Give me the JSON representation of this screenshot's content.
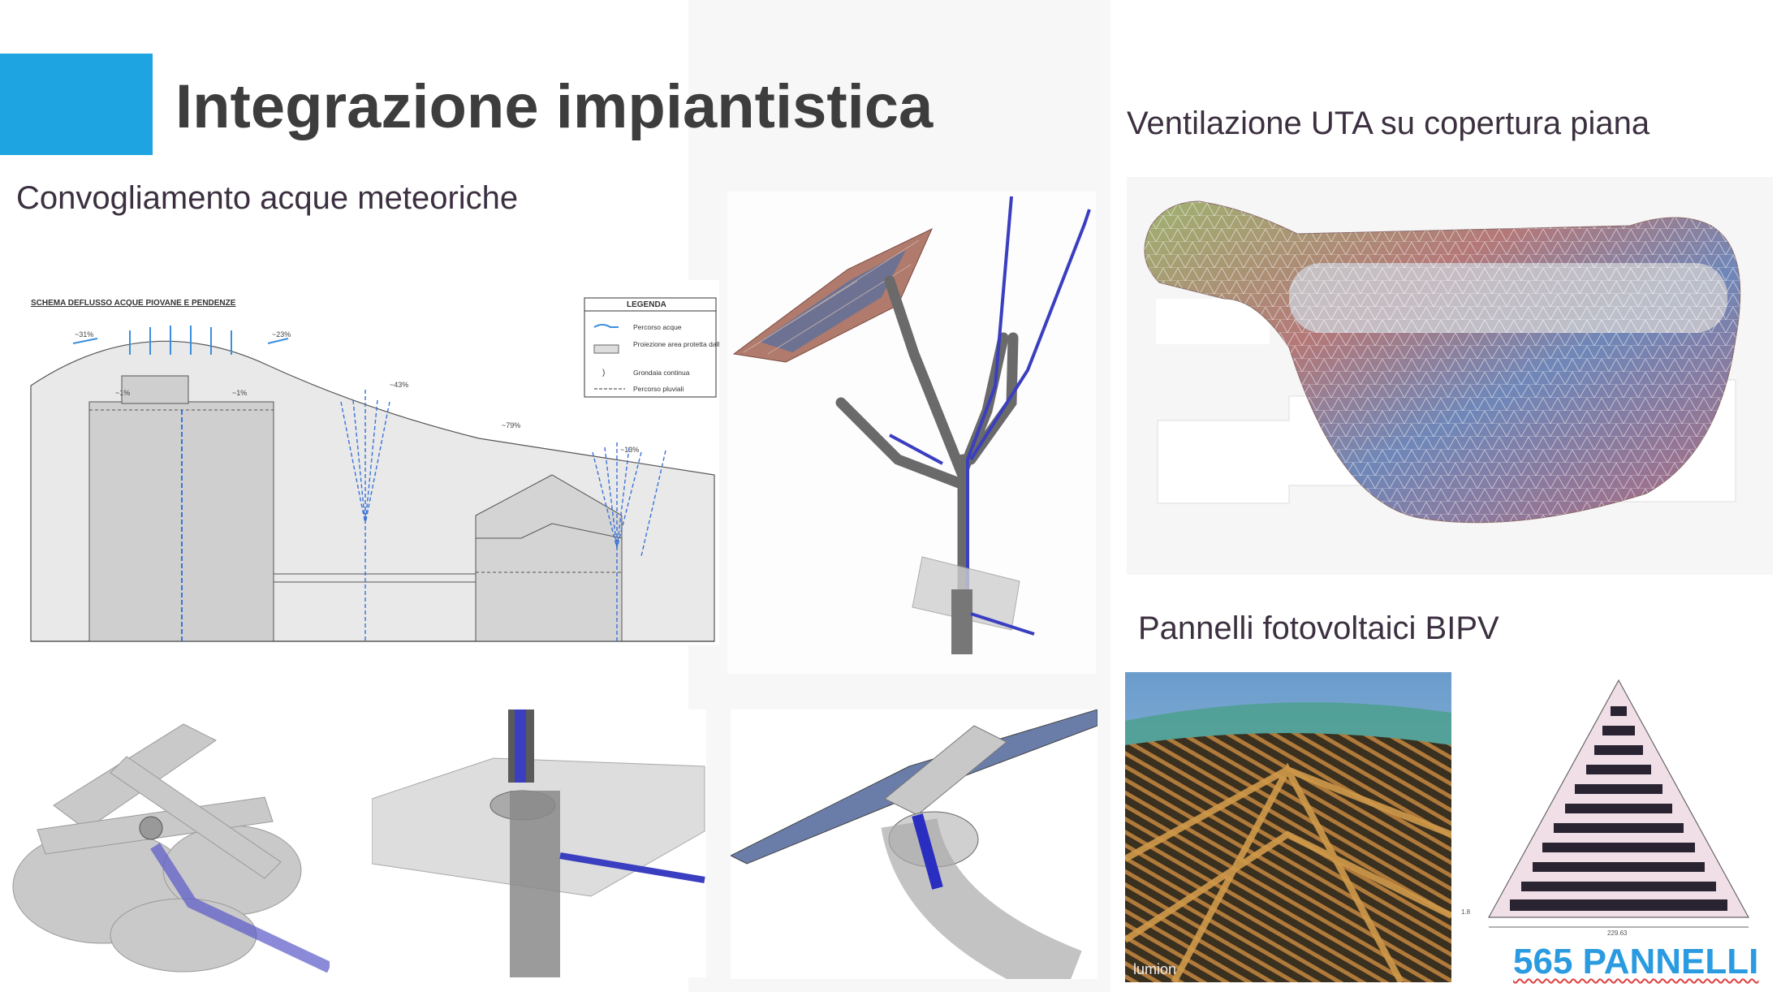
{
  "title": "Integrazione impiantistica",
  "sections": {
    "rainwater": "Convogliamento acque meteoriche",
    "ventilation": "Ventilazione UTA su copertura piana",
    "photovoltaic": "Pannelli fotovoltaici BIPV"
  },
  "diagram": {
    "heading": "SCHEMA DEFLUSSO ACQUE PIOVANE E PENDENZE",
    "legend_title": "LEGENDA",
    "legend_items": [
      "Percorso acque",
      "Proiezione area protetta dall'acqua",
      "Grondaia continua",
      "Percorso pluviali"
    ],
    "slopes": [
      "~31%",
      "~23%",
      "~1%",
      "~1%",
      "~43%",
      "~79%",
      "~13%"
    ]
  },
  "render_watermark": "lumion",
  "panel_count": "565 PANNELLI",
  "triangle_dims": [
    "229.63",
    "1.8"
  ],
  "colors": {
    "accent": "#1ea4e0",
    "pipe": "#3a3ec0",
    "count_text": "#2a9be0"
  }
}
